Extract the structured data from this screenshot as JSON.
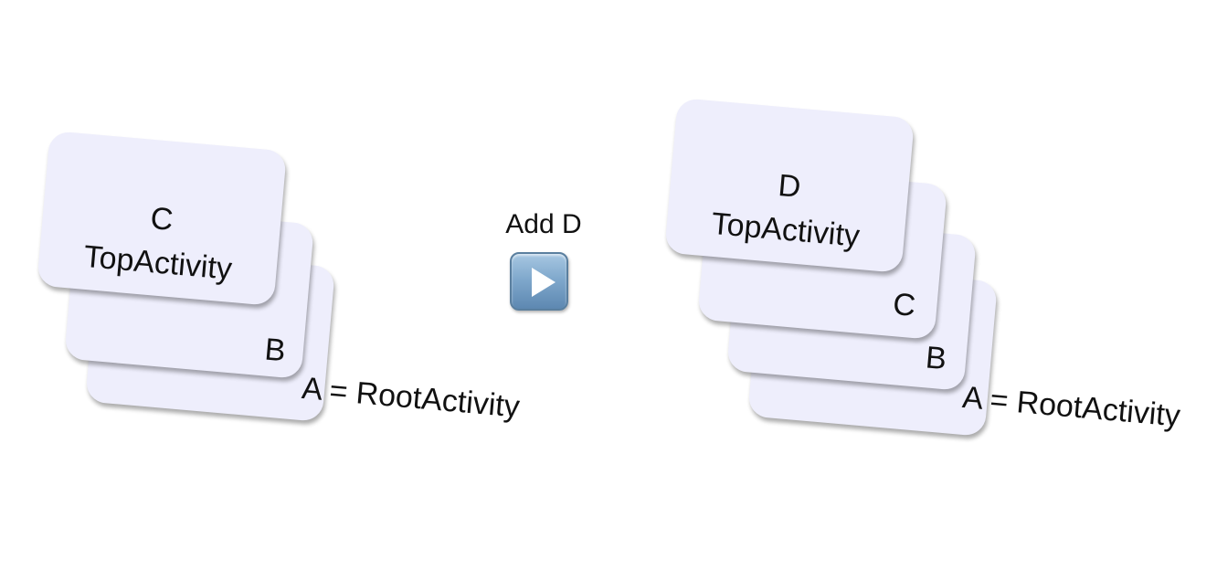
{
  "before_stack": {
    "cards": [
      {
        "label": "A"
      },
      {
        "label": "B"
      },
      {
        "label": "C",
        "sublabel": "TopActivity"
      }
    ],
    "root_label": "A = RootActivity"
  },
  "action": {
    "label": "Add D",
    "icon": "play-icon"
  },
  "after_stack": {
    "cards": [
      {
        "label": "A"
      },
      {
        "label": "B"
      },
      {
        "label": "C"
      },
      {
        "label": "D",
        "sublabel": "TopActivity"
      }
    ],
    "root_label": "A = RootActivity"
  },
  "colors": {
    "card_fill": "#eeeefc",
    "play_button": "#7ea7cb"
  }
}
